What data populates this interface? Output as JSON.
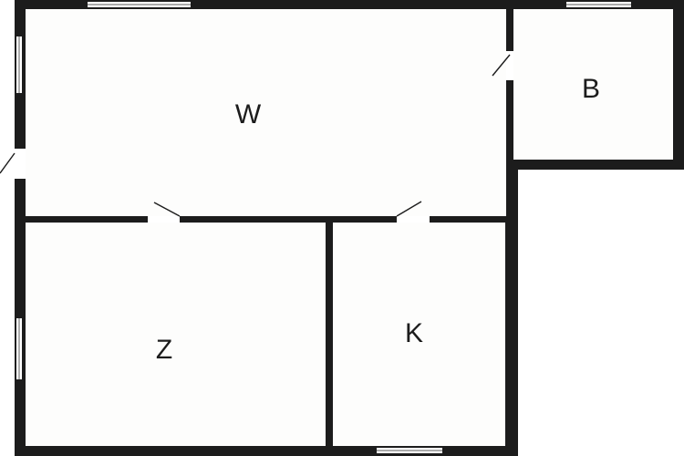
{
  "floorplan": {
    "rooms": [
      {
        "id": "living",
        "label": "W"
      },
      {
        "id": "bathroom",
        "label": "B"
      },
      {
        "id": "bedroom",
        "label": "Z"
      },
      {
        "id": "kitchen",
        "label": "K"
      }
    ],
    "colors": {
      "wall": "#1c1c1c",
      "floor": "#fdfdfc",
      "window": "#7a7a7a"
    }
  }
}
